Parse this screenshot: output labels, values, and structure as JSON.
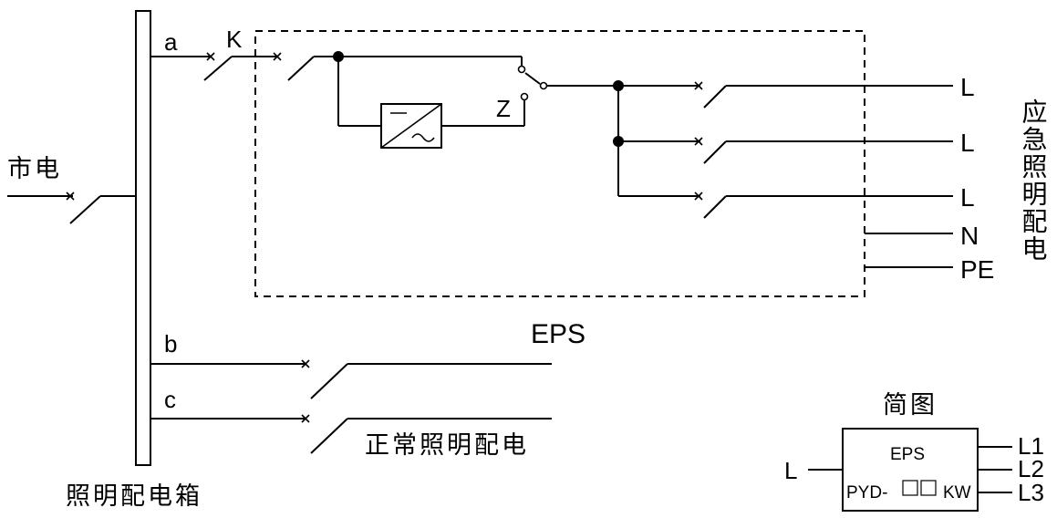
{
  "labels": {
    "mains": "市电",
    "branch_a": "a",
    "switch_k": "K",
    "switch_z": "Z",
    "branch_b": "b",
    "branch_c": "c",
    "eps": "EPS",
    "distribution_box": "照明配电箱",
    "normal_lighting": "正常照明配电",
    "emergency_lighting": "应急照明配电",
    "out_l1": "L",
    "out_l2": "L",
    "out_l3": "L",
    "out_n": "N",
    "out_pe": "PE"
  },
  "simplified": {
    "title": "简图",
    "input": "L",
    "box_label": "EPS",
    "model_prefix": "PYD-",
    "model_suffix": "KW",
    "outputs": [
      "L1",
      "L2",
      "L3"
    ]
  },
  "colors": {
    "eps_label": "#e02020",
    "line": "#000000"
  }
}
